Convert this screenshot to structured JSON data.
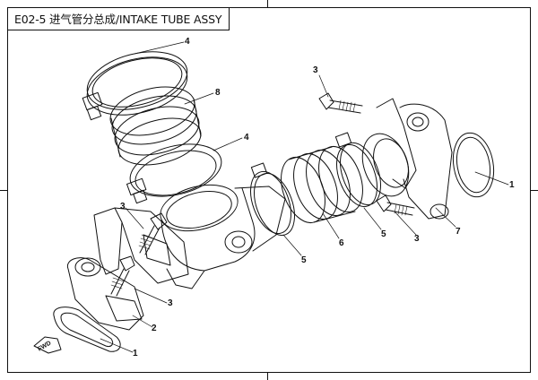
{
  "title": "E02-5 进气管分总成/INTAKE TUBE ASSY",
  "direction_mark": "FWD",
  "colors": {
    "line": "#111111",
    "background": "#ffffff"
  },
  "callouts": [
    {
      "id": "c4a",
      "label": "4"
    },
    {
      "id": "c8",
      "label": "8"
    },
    {
      "id": "c4b",
      "label": "4"
    },
    {
      "id": "c3a",
      "label": "3"
    },
    {
      "id": "c1a",
      "label": "1"
    },
    {
      "id": "c7",
      "label": "7"
    },
    {
      "id": "c3b",
      "label": "3"
    },
    {
      "id": "c5a",
      "label": "5"
    },
    {
      "id": "c6",
      "label": "6"
    },
    {
      "id": "c5b",
      "label": "5"
    },
    {
      "id": "c3c",
      "label": "3"
    },
    {
      "id": "c3d",
      "label": "3"
    },
    {
      "id": "c2",
      "label": "2"
    },
    {
      "id": "c1b",
      "label": "1"
    }
  ]
}
